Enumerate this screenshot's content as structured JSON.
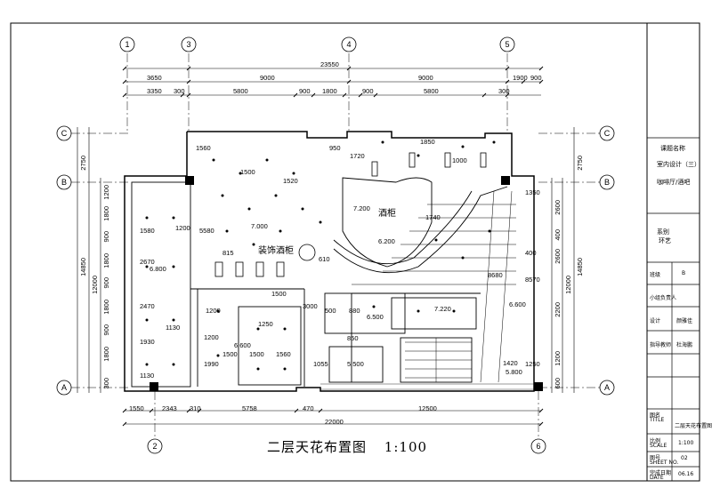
{
  "drawing": {
    "title": "二层天花布置图",
    "scale": "1:100"
  },
  "grid": {
    "top_axes": [
      "1",
      "3",
      "4",
      "5"
    ],
    "bottom_axes": [
      "2",
      "6"
    ],
    "left_axes": [
      "C",
      "B",
      "A"
    ],
    "right_axes": [
      "C",
      "B",
      "A"
    ]
  },
  "dimensions": {
    "top_total": "23550",
    "top_row1": [
      "3650",
      "9000",
      "9000",
      "1900",
      "900"
    ],
    "top_row2": [
      "3350",
      "300",
      "5800",
      "900",
      "1800",
      "900",
      "5800",
      "300"
    ],
    "bottom_row1": [
      "1550",
      "2343",
      "310",
      "5758",
      "470",
      "12500"
    ],
    "bottom_total": "22000",
    "left_outer": [
      "2750",
      "14850"
    ],
    "left_inner": [
      "12000"
    ],
    "left_row": [
      "1200",
      "1800",
      "900",
      "1800",
      "900",
      "1800",
      "900",
      "1800",
      "300"
    ],
    "right_outer": [
      "2750",
      "14850"
    ],
    "right_inner": [
      "12000"
    ],
    "right_row": [
      "2600",
      "400",
      "2600",
      "2200",
      "1200",
      "600"
    ]
  },
  "room_labels": {
    "bar": "酒柜",
    "decor_cabinet": "装饰酒柜"
  },
  "elevations": [
    "7.000",
    "7.200",
    "6.200",
    "6.800",
    "6.500",
    "7.220",
    "6.600",
    "5.500",
    "6.600",
    "5.800"
  ],
  "plan_dims": [
    "1560",
    "950",
    "1720",
    "1850",
    "1000",
    "1500",
    "1520",
    "5580",
    "1200",
    "1580",
    "2670",
    "815",
    "610",
    "1500",
    "1250",
    "1200",
    "2470",
    "1130",
    "1930",
    "1130",
    "1500",
    "1500",
    "1560",
    "1990",
    "1200",
    "850",
    "880",
    "500",
    "1055",
    "3000",
    "8680",
    "8570",
    "1350",
    "1420",
    "1250",
    "400",
    "1740"
  ],
  "title_block": {
    "project_label": "课题名称",
    "project_value": "室内设计（三）",
    "subject": "咖啡厅/酒吧",
    "dept_label": "系别",
    "dept_value": "环艺",
    "class_label": "班级",
    "class_value": "B",
    "group_label": "小组负责人",
    "design_label": "设计",
    "design_value": "颜雅佳",
    "teacher_label": "指导教师",
    "teacher_value": "杜海鹏",
    "drawing_label": "图名",
    "drawing_label_en": "TITLE",
    "drawing_value": "二层天花布置图",
    "scale_label": "比例",
    "scale_label_en": "SCALE",
    "scale_value": "1:100",
    "sheet_label": "图号",
    "sheet_label_en": "SHEET NO.",
    "sheet_value": "02",
    "date_label": "完成日期",
    "date_label_en": "DATE",
    "date_value": "06.16"
  }
}
